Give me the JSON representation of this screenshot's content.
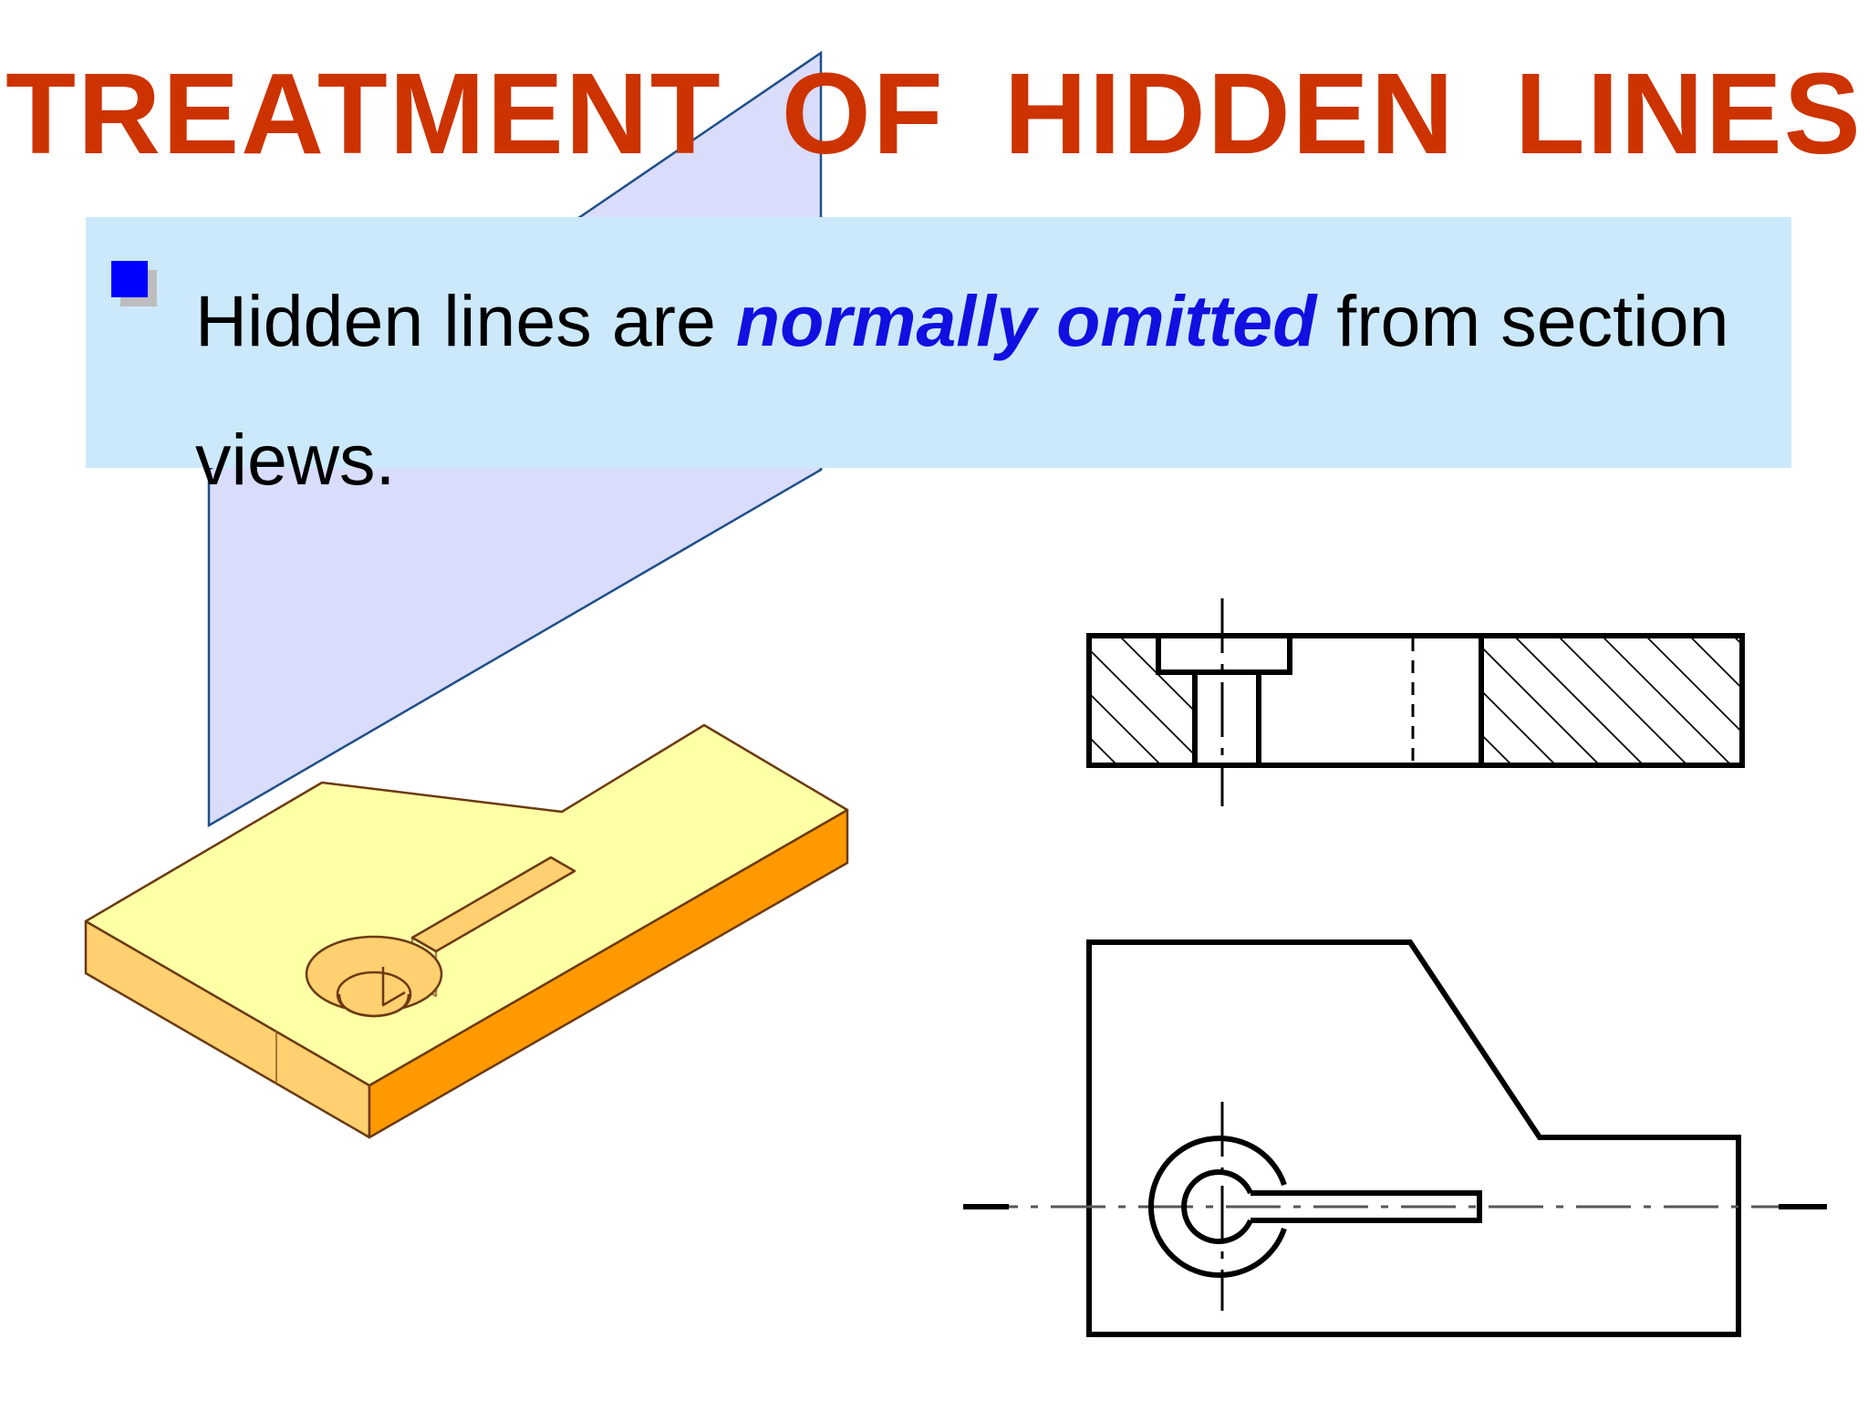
{
  "title": "TREATMENT  OF  HIDDEN  LINES",
  "bullet": {
    "text_before": "Hidden lines are ",
    "emphasis": "normally omitted",
    "text_after": " from section views."
  },
  "colors": {
    "title": "#cc3300",
    "emphasis": "#1010e0",
    "bullet": "#0000ff",
    "textbox_bg": "#cce9fb",
    "cutting_plane": "#d9dcfb",
    "part_top": "#ffffa6",
    "part_side": "#ffd070",
    "part_front": "#ff9900"
  },
  "icons": {
    "bullet": "square-bullet-icon"
  }
}
